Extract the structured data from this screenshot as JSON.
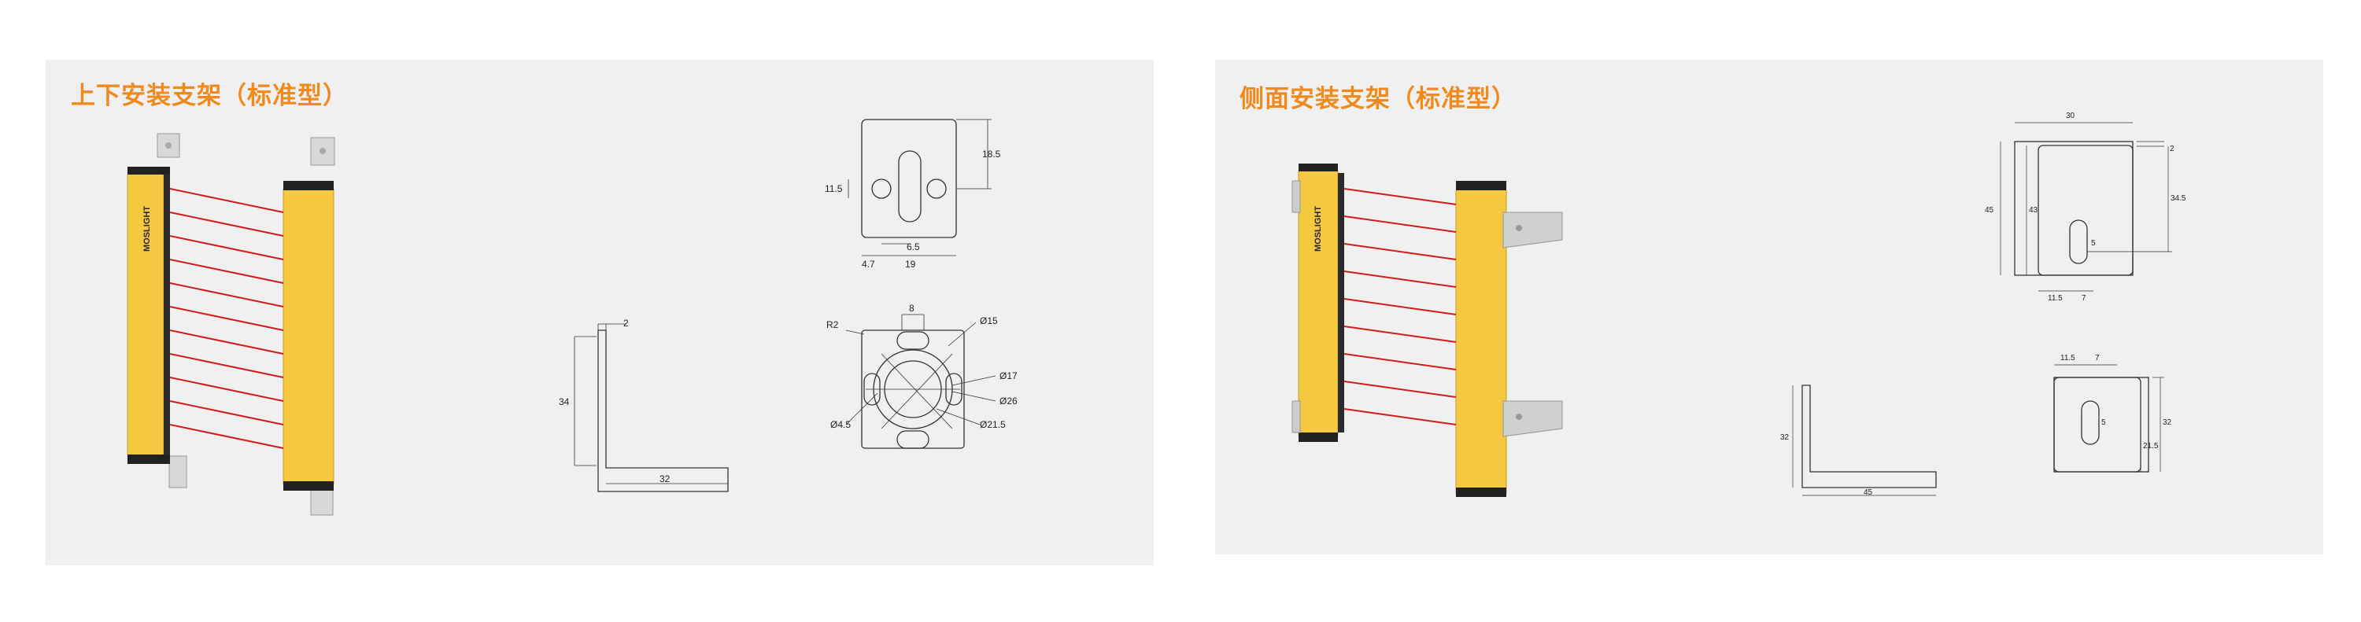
{
  "colors": {
    "accent": "#f08a1c",
    "panel_bg": "#f0f0f0",
    "housing": "#f5c842",
    "beam": "#d21c1c"
  },
  "left_panel": {
    "title": "上下安装支架（标准型）",
    "brand": "MOSLIGHT",
    "drawing_top": {
      "d1": "18.5",
      "d2": "11.5",
      "d3": "6.5",
      "d4": "4.7",
      "d5": "19"
    },
    "drawing_bracket": {
      "d1": "2",
      "d2": "34",
      "d3": "32"
    },
    "drawing_round": {
      "r": "R2",
      "w": "8",
      "d15": "Ø15",
      "d17": "Ø17",
      "d26": "Ø26",
      "d45": "Ø4.5",
      "d215": "Ø21.5"
    }
  },
  "right_panel": {
    "title": "侧面安装支架（标准型）",
    "brand": "MOSLIGHT",
    "drawing_top": {
      "d1": "30",
      "d2": "2",
      "d3": "45",
      "d4": "43",
      "d5": "34.5",
      "d6": "5",
      "d7": "11.5",
      "d8": "7"
    },
    "drawing_bracket": {
      "d1": "32",
      "d2": "45"
    },
    "drawing_plate": {
      "d1": "11.5",
      "d2": "7",
      "d3": "32",
      "d4": "21.5",
      "d5": "5"
    }
  }
}
